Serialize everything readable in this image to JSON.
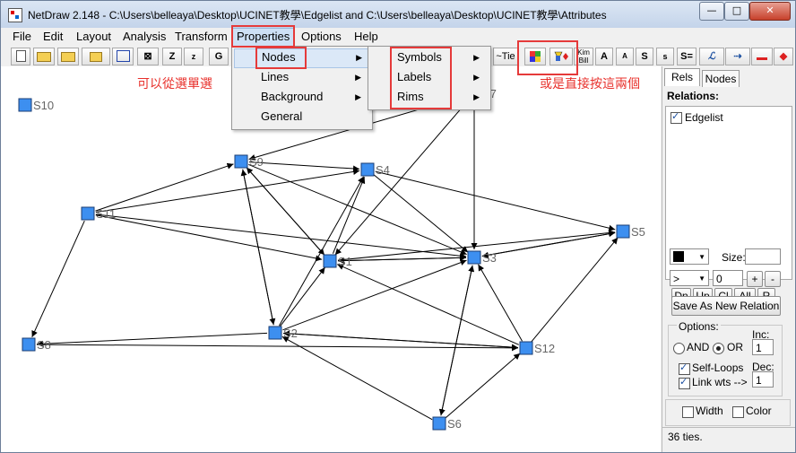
{
  "window": {
    "title": "NetDraw 2.148 - C:\\Users\\belleaya\\Desktop\\UCINET教學\\Edgelist and C:\\Users\\belleaya\\Desktop\\UCINET教學\\Attributes",
    "minimize": "—",
    "maximize": "□",
    "close": "✕"
  },
  "menubar": [
    "File",
    "Edit",
    "Layout",
    "Analysis",
    "Transform",
    "Properties",
    "Options",
    "Help"
  ],
  "toolbar": {
    "buttons": [
      "Z",
      "z",
      "G"
    ],
    "ties_label": "~Tie",
    "kim_bill_label": "Kim Bill",
    "text_buttons": [
      "A",
      "A",
      "S",
      "s",
      "S="
    ],
    "arrow_symbol": "⇢"
  },
  "properties_menu": {
    "items": [
      "Nodes",
      "Lines",
      "Background",
      "General"
    ],
    "nodes_submenu": [
      "Symbols",
      "Labels",
      "Rims"
    ]
  },
  "annotations": {
    "left": "可以從選單選",
    "right": "或是直接按這兩個"
  },
  "graph": {
    "nodes": [
      {
        "id": "S10",
        "label": "S10"
      },
      {
        "id": "S9",
        "label": "S9"
      },
      {
        "id": "S4",
        "label": "S4"
      },
      {
        "id": "S11",
        "label": "S11"
      },
      {
        "id": "S1",
        "label": "S1"
      },
      {
        "id": "S3",
        "label": "S3"
      },
      {
        "id": "S5",
        "label": "S5"
      },
      {
        "id": "S7",
        "label": "S7"
      },
      {
        "id": "S2",
        "label": "S2"
      },
      {
        "id": "S8",
        "label": "S8"
      },
      {
        "id": "S12",
        "label": "S12"
      },
      {
        "id": "S6",
        "label": "S6"
      }
    ],
    "edges": [
      [
        "S11",
        "S9"
      ],
      [
        "S11",
        "S4"
      ],
      [
        "S11",
        "S1"
      ],
      [
        "S11",
        "S3"
      ],
      [
        "S11",
        "S8"
      ],
      [
        "S9",
        "S1"
      ],
      [
        "S9",
        "S3"
      ],
      [
        "S9",
        "S4"
      ],
      [
        "S7",
        "S9"
      ],
      [
        "S7",
        "S3"
      ],
      [
        "S7",
        "S1"
      ],
      [
        "S4",
        "S5"
      ],
      [
        "S4",
        "S3"
      ],
      [
        "S1",
        "S4"
      ],
      [
        "S1",
        "S9"
      ],
      [
        "S1",
        "S3"
      ],
      [
        "S1",
        "S5"
      ],
      [
        "S3",
        "S1"
      ],
      [
        "S3",
        "S5"
      ],
      [
        "S2",
        "S9"
      ],
      [
        "S2",
        "S1"
      ],
      [
        "S2",
        "S3"
      ],
      [
        "S2",
        "S12"
      ],
      [
        "S2",
        "S4"
      ],
      [
        "S8",
        "S12"
      ],
      [
        "S12",
        "S3"
      ],
      [
        "S12",
        "S1"
      ],
      [
        "S12",
        "S5"
      ],
      [
        "S6",
        "S2"
      ],
      [
        "S6",
        "S3"
      ],
      [
        "S6",
        "S12"
      ],
      [
        "S2",
        "S8"
      ],
      [
        "S3",
        "S6"
      ],
      [
        "S5",
        "S3"
      ],
      [
        "S12",
        "S2"
      ],
      [
        "S9",
        "S2"
      ]
    ]
  },
  "right_panel": {
    "tabs": [
      "Rels",
      "Nodes"
    ],
    "relations_label": "Relations:",
    "relations": [
      {
        "label": "Edgelist",
        "checked": true
      }
    ],
    "buttons_row": [
      "Dn",
      "Up",
      "Cl",
      "All",
      "R"
    ],
    "size_label": "Size:",
    "operator_value": ">",
    "threshold_value": "0",
    "plus": "+",
    "minus": "-",
    "save_button": "Save As New Relation",
    "options_label": "Options:",
    "and_label": "AND",
    "or_label": "OR",
    "or_selected": true,
    "inc_label": "Inc:",
    "inc_value": "1",
    "dec_label": "Dec:",
    "dec_value": "1",
    "self_loops_label": "Self-Loops",
    "self_loops_checked": true,
    "link_wts_label": "Link wts -->",
    "link_wts_checked": true,
    "width_label": "Width",
    "color_label": "Color",
    "status": "36 ties."
  },
  "colors": {
    "node_fill": "#3d8ff0",
    "annotation_red": "#e53a3a",
    "highlight": "#cde0f5"
  }
}
